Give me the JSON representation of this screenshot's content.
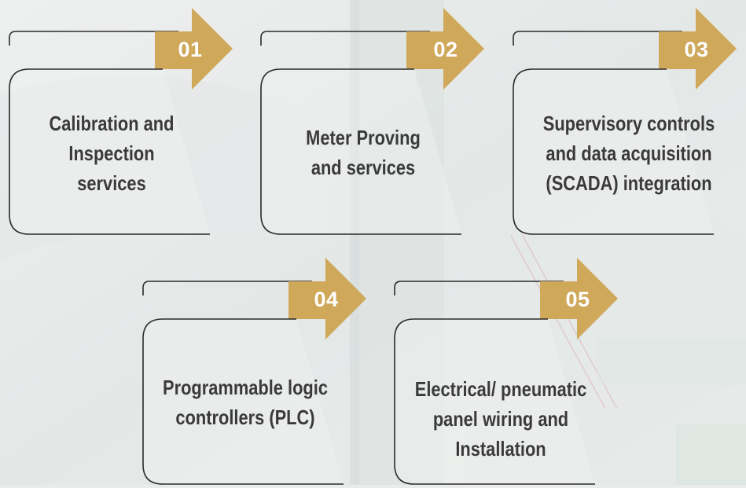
{
  "colors": {
    "arrow": "#cfa85a",
    "arrow_number": "#ffffff",
    "outline": "#2b2b2b",
    "box_fill": "rgba(240,242,240,0.55)",
    "label_text": "#3a3a3a"
  },
  "steps": [
    {
      "number": "01",
      "lines": [
        "Calibration and",
        "Inspection",
        "services"
      ]
    },
    {
      "number": "02",
      "lines": [
        "Meter Proving",
        "and services"
      ]
    },
    {
      "number": "03",
      "lines": [
        "Supervisory controls",
        "and data acquisition",
        "(SCADA) integration"
      ]
    },
    {
      "number": "04",
      "lines": [
        "Programmable logic",
        "controllers (PLC)"
      ]
    },
    {
      "number": "05",
      "lines": [
        "Electrical/ pneumatic",
        "panel wiring and",
        "Installation"
      ]
    }
  ]
}
